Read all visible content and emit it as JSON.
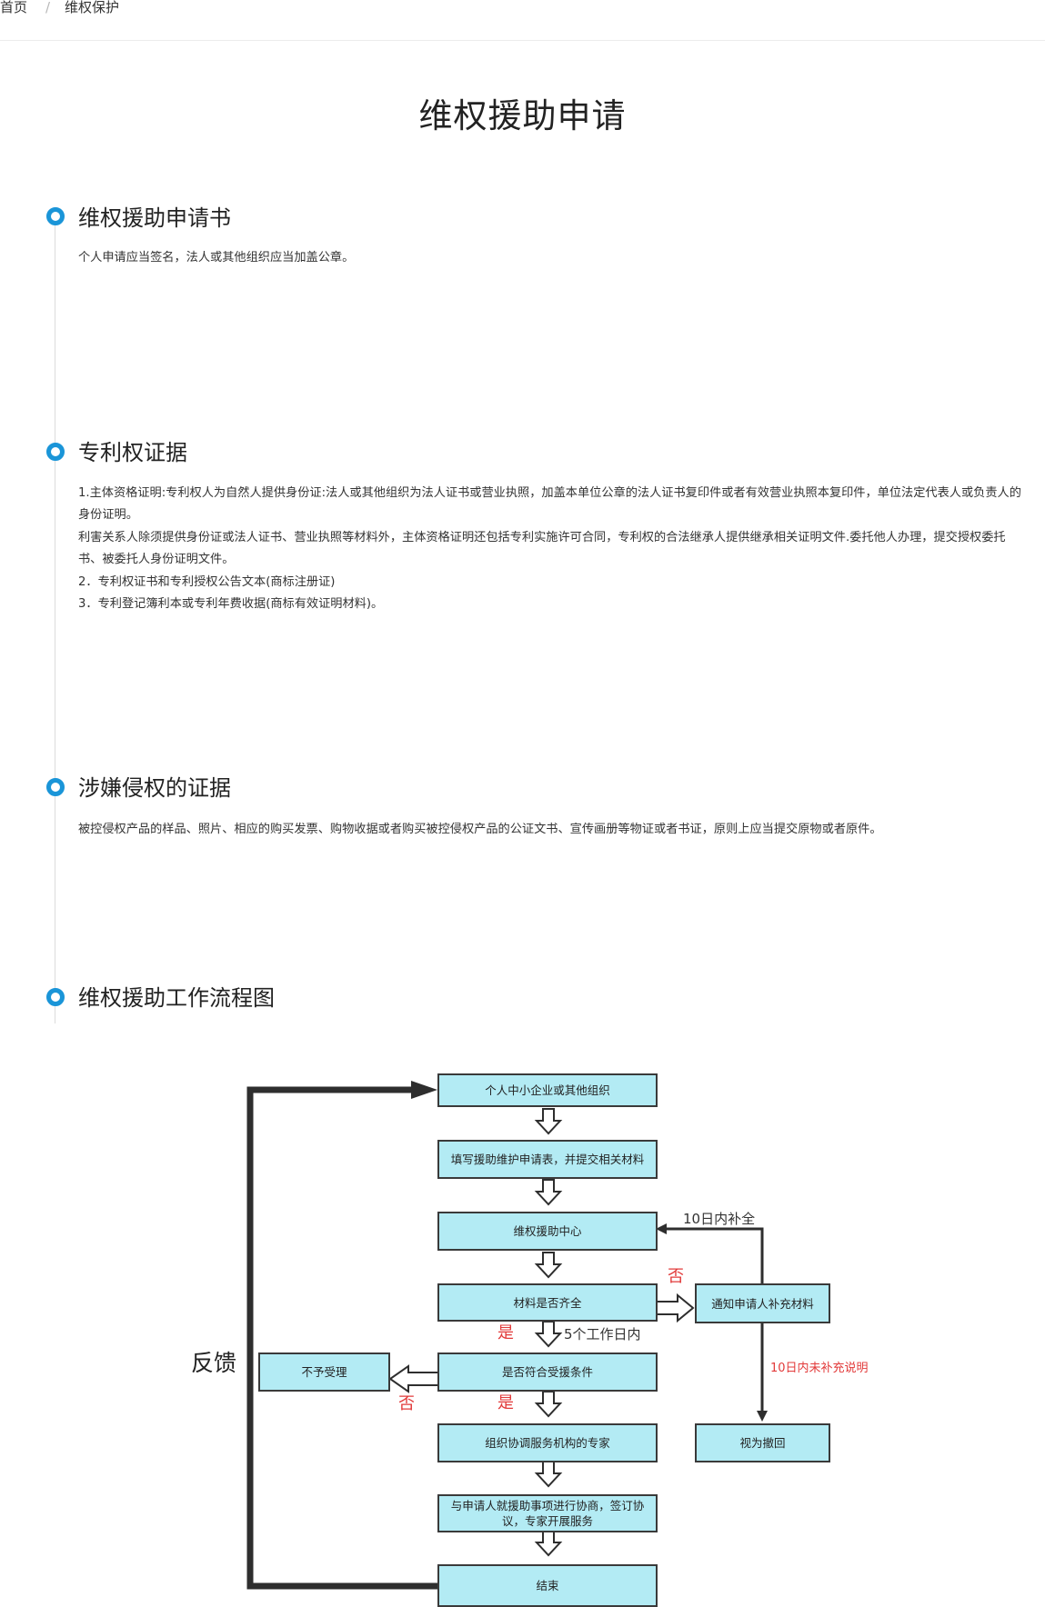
{
  "breadcrumb": {
    "home": "首页",
    "separator": "/",
    "current": "维权保护"
  },
  "page": {
    "title": "维权援助申请"
  },
  "sections": [
    {
      "title": "维权援助申请书",
      "lines": [
        "个人申请应当签名，法人或其他组织应当加盖公章。"
      ]
    },
    {
      "title": "专利权证据",
      "lines": [
        "1.主体资格证明:专利权人为自然人提供身份证:法人或其他组织为法人证书或营业执照，加盖本单位公章的法人证书复印件或者有效营业执照本复印件，单位法定代表人或负责人的身份证明。",
        "利害关系人除须提供身份证或法人证书、营业执照等材料外，主体资格证明还包括专利实施许可合同，专利权的合法继承人提供继承相关证明文件.委托他人办理，提交授权委托书、被委托人身份证明文件。",
        "2．专利权证书和专利授权公告文本(商标注册证)",
        "3．专利登记簿利本或专利年费收据(商标有效证明材料)。"
      ]
    },
    {
      "title": "涉嫌侵权的证据",
      "lines": [
        "被控侵权产品的样品、照片、相应的购买发票、购物收据或者购买被控侵权产品的公证文书、宣传画册等物证或者书证，原则上应当提交原物或者原件。"
      ]
    },
    {
      "title": "维权援助工作流程图",
      "lines": []
    }
  ],
  "flowchart": {
    "boxes": {
      "start": "个人中小企业或其他组织",
      "fill_form": "填写援助维护申请表，并提交相关材料",
      "center": "维权援助中心",
      "complete_check": "材料是否齐全",
      "notify": "通知申请人补充材料",
      "eligible_check": "是否符合受援条件",
      "reject": "不予受理",
      "withdraw": "视为撤回",
      "organize": "组织协调服务机构的专家",
      "negotiate": "与申请人就援助事项进行协商，签订协议，专家开展服务",
      "end": "结束"
    },
    "labels": {
      "feedback": "反馈",
      "within_10_days_supplement": "10日内补全",
      "no": "否",
      "yes": "是",
      "within_5_workdays": "5个工作日内",
      "no_supplement_explanation": "10日内未补充说明",
      "no2": "否",
      "yes2": "是"
    },
    "colors": {
      "box_fill": "#b3ebf4",
      "border": "#3a3a3a",
      "red_text": "#e23a3a",
      "accent": "#1a95d8"
    }
  }
}
